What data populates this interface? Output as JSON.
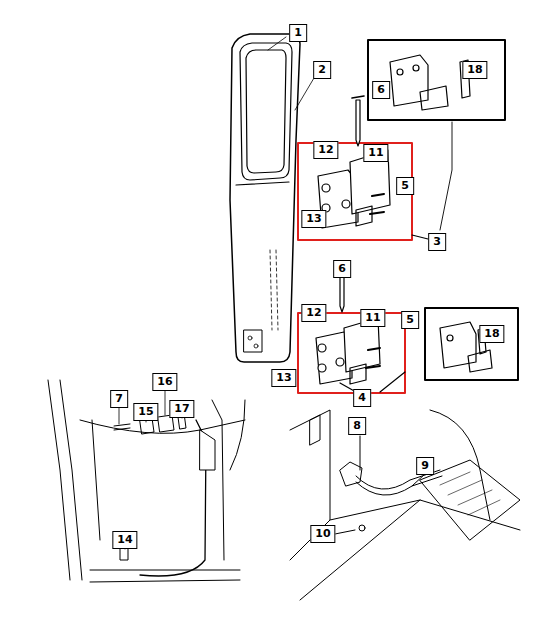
{
  "diagram": {
    "labels": [
      "1",
      "2",
      "6",
      "18",
      "12",
      "11",
      "5",
      "13",
      "3",
      "6",
      "12",
      "11",
      "5",
      "18",
      "13",
      "4",
      "7",
      "16",
      "15",
      "17",
      "14",
      "8",
      "9",
      "10"
    ]
  }
}
